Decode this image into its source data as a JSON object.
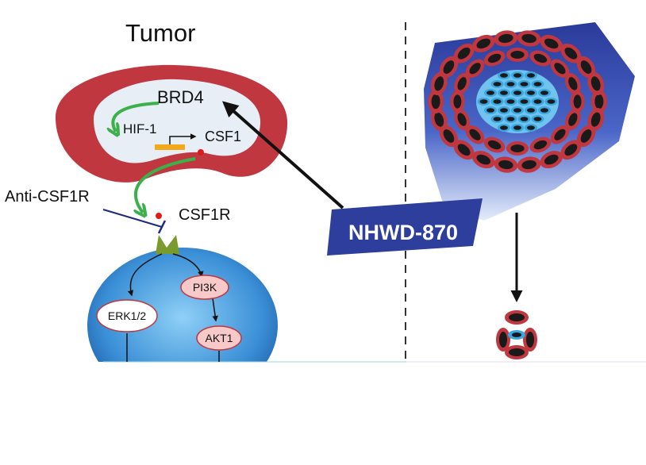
{
  "labels": {
    "tumor": "Tumor",
    "brd4": "BRD4",
    "hif1": "HIF-1",
    "csf1": "CSF1",
    "anti_csf1r": "Anti-CSF1R",
    "csf1r": "CSF1R",
    "drug": "NHWD-870",
    "pi3k": "PI3K",
    "erk": "ERK1/2",
    "akt": "AKT1"
  },
  "colors": {
    "tumor_ring": "#c0373f",
    "tumor_core": "#e8eef6",
    "green_arrow": "#3cb04a",
    "macrophage": "#3a8fd6",
    "drug_blue": "#2d3e9c",
    "cell_red": "#c0373f",
    "cell_black": "#1a1a1a",
    "core_cyan": "#3aa7e0",
    "gene_bar": "#f2a91b",
    "receptor": "#7a9a2e"
  }
}
